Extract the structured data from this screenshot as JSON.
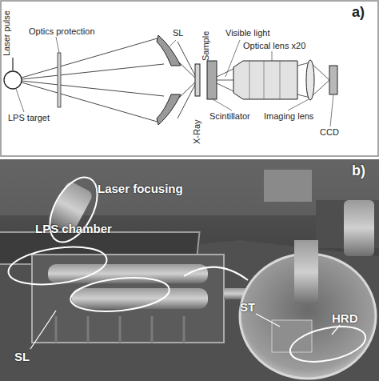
{
  "diagram": {
    "labels": [
      "a)",
      "Laser pulse",
      "Optics protection",
      "SL",
      "Sample",
      "Visible light",
      "Optical lens x20",
      "LPS target",
      "X-Ray",
      "Scintillator",
      "Imaging lens",
      "CCD",
      "b)",
      "Laser focusing",
      "LPS chamber",
      "SL",
      "ST",
      "HRD"
    ]
  }
}
